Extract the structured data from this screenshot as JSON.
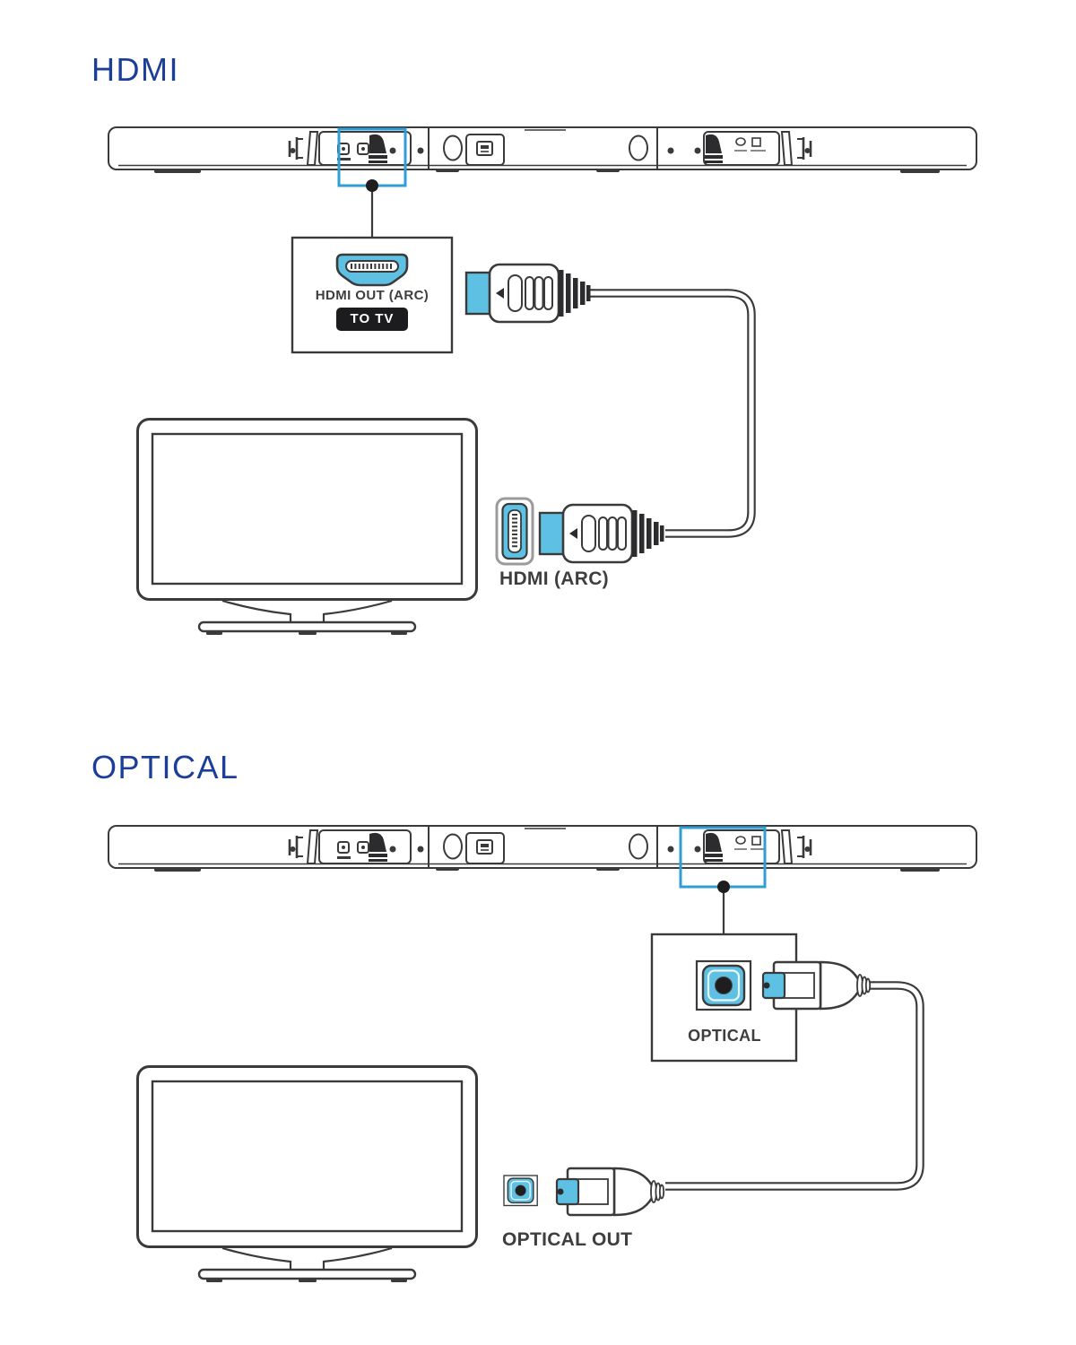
{
  "colors": {
    "heading_blue": "#1b3f99",
    "outline": "#3a3a3a",
    "port_blue": "#5ec1e4",
    "highlight_blue": "#2f9dd6",
    "label_text": "#3e3e40",
    "badge_bg": "#1c1c1e",
    "badge_text": "#ffffff"
  },
  "sections": {
    "hdmi": {
      "heading": "HDMI",
      "callout": {
        "port_label": "HDMI OUT (ARC)",
        "badge": "TO TV"
      },
      "cable_label": "HDMI (ARC)"
    },
    "optical": {
      "heading": "OPTICAL",
      "callout": {
        "port_label": "OPTICAL"
      },
      "cable_label": "OPTICAL OUT"
    }
  }
}
